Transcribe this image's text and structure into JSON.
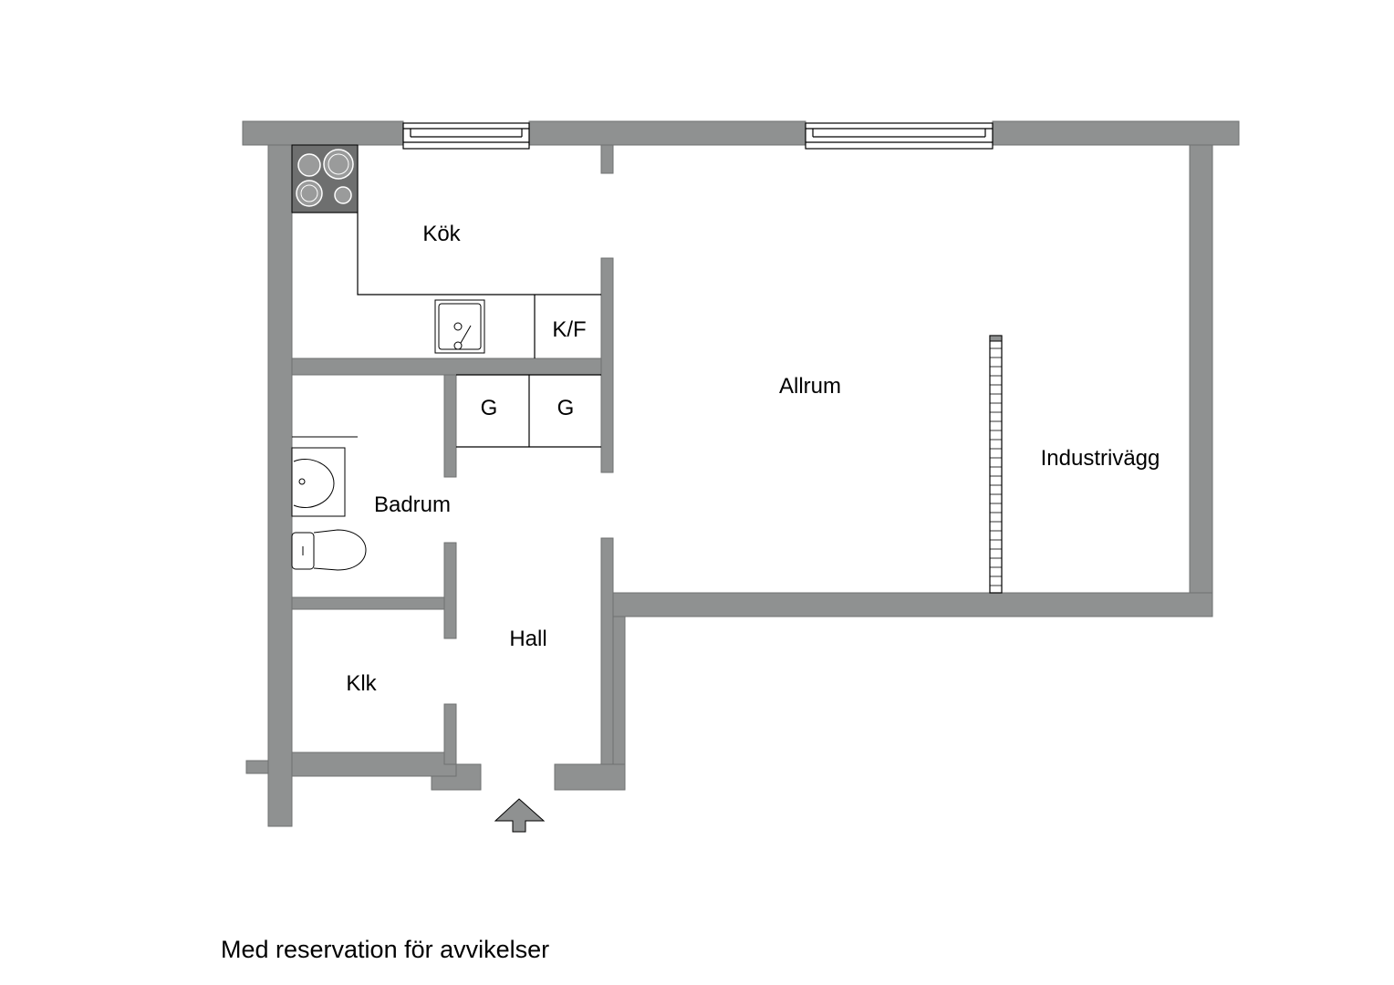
{
  "rooms": {
    "kok": "Kök",
    "kf": "K/F",
    "g1": "G",
    "g2": "G",
    "allrum": "Allrum",
    "industrivagg": "Industrivägg",
    "badrum": "Badrum",
    "hall": "Hall",
    "klk": "Klk"
  },
  "footer": {
    "disclaimer": "Med reservation för avvikelser"
  },
  "colors": {
    "wall": "#8f9191",
    "wall_stroke": "#6f7171",
    "line": "#000000",
    "background": "#ffffff"
  },
  "icons": [
    "stove-icon",
    "sink-icon",
    "washbasin-icon",
    "toilet-icon",
    "entrance-arrow-icon",
    "window-icon"
  ]
}
